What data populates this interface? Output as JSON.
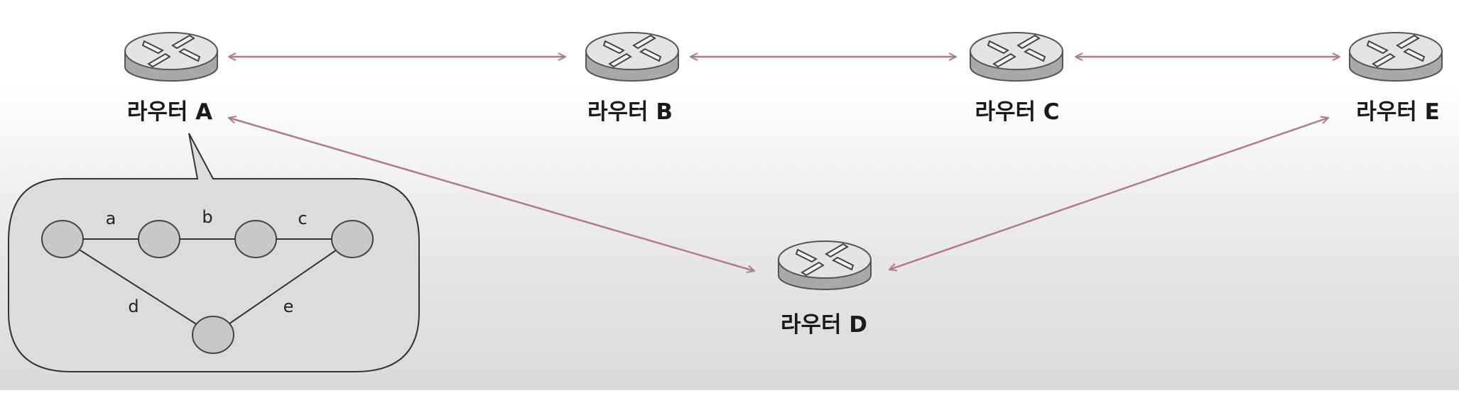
{
  "routers": {
    "a": {
      "label": "라우터 A"
    },
    "b": {
      "label": "라우터 B"
    },
    "c": {
      "label": "라우터 C"
    },
    "d": {
      "label": "라우터 D"
    },
    "e": {
      "label": "라우터 E"
    }
  },
  "inset_graph": {
    "edges": {
      "a": "a",
      "b": "b",
      "c": "c",
      "d": "d",
      "e": "e"
    }
  },
  "colors": {
    "link": "#b07a86",
    "router_body": "#c9c9c9",
    "node_fill": "#c8c8c8"
  }
}
